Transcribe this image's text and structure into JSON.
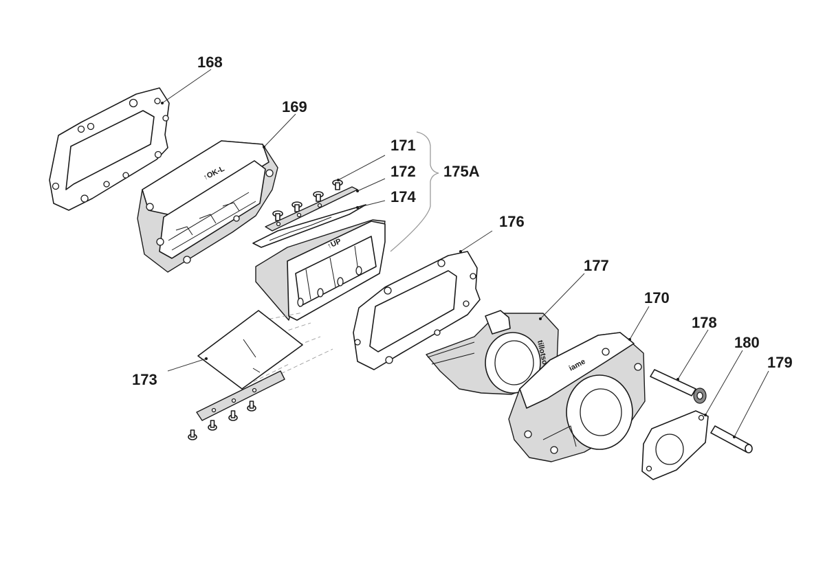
{
  "diagram": {
    "callouts": [
      {
        "id": "c168",
        "label": "168"
      },
      {
        "id": "c169",
        "label": "169"
      },
      {
        "id": "c171",
        "label": "171"
      },
      {
        "id": "c172",
        "label": "172"
      },
      {
        "id": "c174",
        "label": "174"
      },
      {
        "id": "c175A",
        "label": "175A"
      },
      {
        "id": "c176",
        "label": "176"
      },
      {
        "id": "c177",
        "label": "177"
      },
      {
        "id": "c170",
        "label": "170"
      },
      {
        "id": "c178",
        "label": "178"
      },
      {
        "id": "c180",
        "label": "180"
      },
      {
        "id": "c179",
        "label": "179"
      },
      {
        "id": "c173",
        "label": "173"
      }
    ],
    "stamps": {
      "reed_housing": "↑OK-L",
      "reed_cage": "↑UP",
      "intake_body": "tillotson",
      "manifold": "iame"
    }
  }
}
